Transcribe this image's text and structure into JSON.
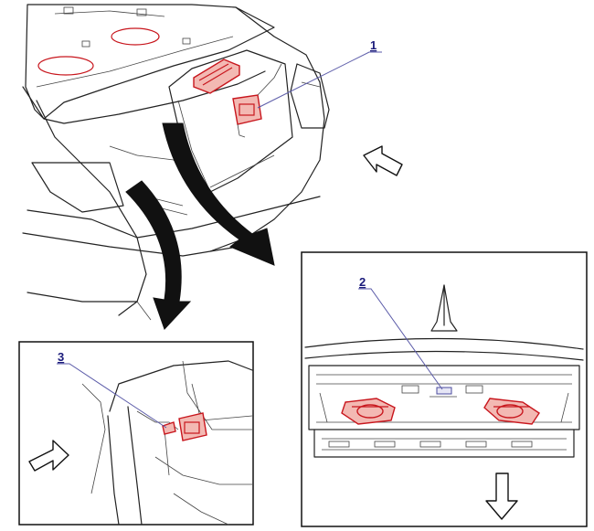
{
  "callouts": {
    "c1": "1",
    "c2": "2",
    "c3": "3"
  },
  "colors": {
    "highlight": "#c8161d",
    "callout": "#1a1a7a",
    "line": "#222222"
  }
}
